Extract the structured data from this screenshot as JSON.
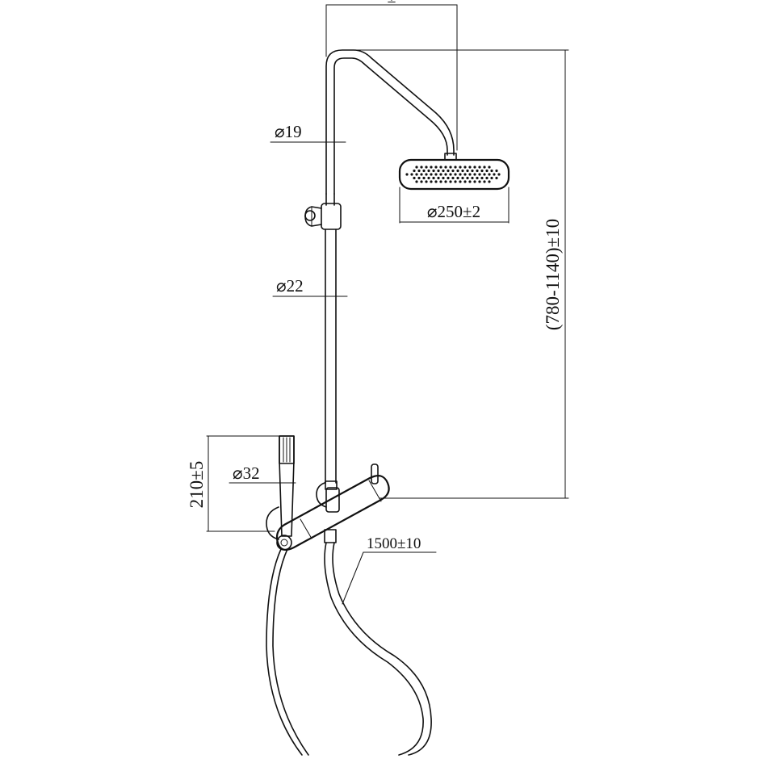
{
  "dimensions": {
    "top_width_tolerance": "±",
    "pipe_upper_diameter": "⌀19",
    "pipe_lower_diameter": "⌀22",
    "head_diameter": "⌀250±2",
    "height_range": "(780-1140)±10",
    "handset_diameter": "⌀32",
    "handset_length": "210±5",
    "hose_length": "1500±10"
  }
}
